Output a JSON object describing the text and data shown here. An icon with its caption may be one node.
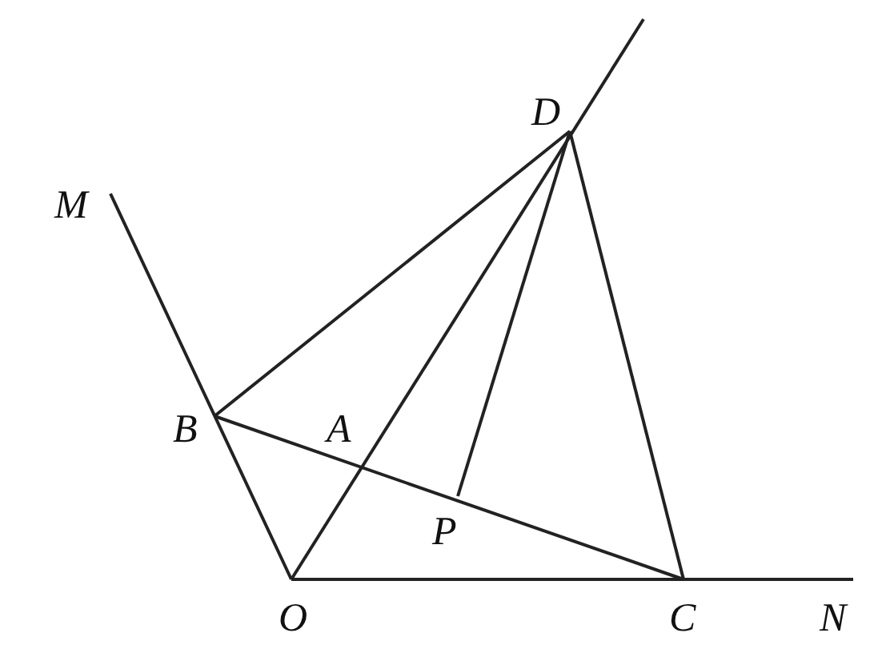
{
  "diagram": {
    "labels": [
      "D",
      "M",
      "B",
      "A",
      "P",
      "O",
      "C",
      "N"
    ]
  }
}
